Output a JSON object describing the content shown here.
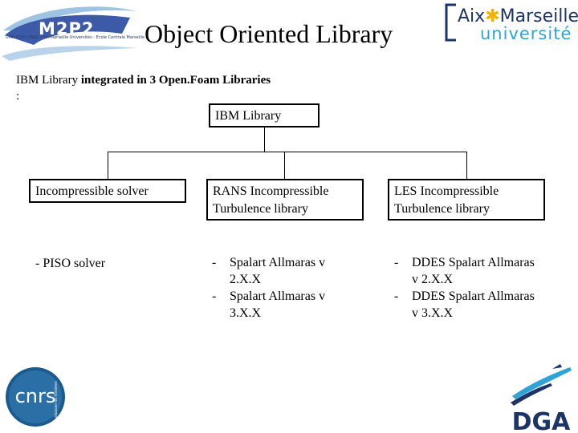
{
  "header": {
    "title": "Object Oriented Library",
    "left_logo": {
      "name": "M2P2",
      "subtitle": "UMR 6181 CNRS - Aix-Marseille Universités - Ecole Centrale Marseille"
    },
    "right_logo": {
      "line1_a": "Aix",
      "line1_star": "✱",
      "line1_b": "Marseille",
      "line2": "université"
    }
  },
  "intro": {
    "prefix": "IBM Library ",
    "bold": "integrated in 3 Open.Foam Libraries",
    "suffix": ":"
  },
  "diagram": {
    "root": "IBM Library",
    "children": [
      {
        "label": "Incompressible solver",
        "items": [
          "PISO solver"
        ]
      },
      {
        "label": "RANS Incompressible Turbulence library",
        "items": [
          "Spalart Allmaras v 2.X.X",
          "Spalart Allmaras v 3.X.X"
        ]
      },
      {
        "label": "LES Incompressible Turbulence library",
        "items": [
          "DDES Spalart Allmaras v 2.X.X",
          "DDES Spalart Allmaras v 3.X.X"
        ]
      }
    ]
  },
  "footer": {
    "left_logo": {
      "name": "cnrs",
      "tagline": "dépasser les frontières"
    },
    "right_logo": {
      "name": "DGA"
    }
  },
  "colors": {
    "navy": "#1d3566",
    "blue": "#2fa3d7",
    "gold": "#f2b200",
    "cnrs_bg": "#1c5a8e"
  }
}
